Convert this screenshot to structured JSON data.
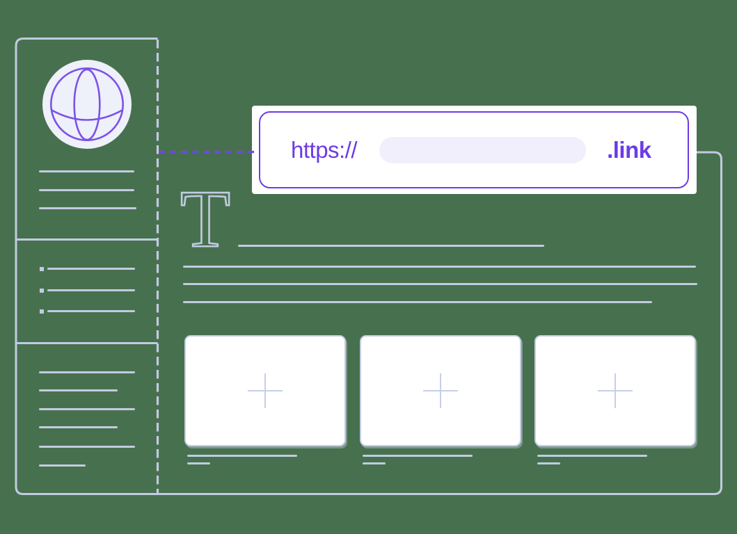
{
  "colors": {
    "background": "#47714e",
    "line": "#c2cbe2",
    "line_soft": "#c7cfe8",
    "lavender": "#eef0fa",
    "pill": "#f0effb",
    "accent": "#6c3ce4",
    "globe_stroke": "#7b52e8",
    "dash_purple": "#7047e8",
    "card_bg": "#ffffff",
    "card_border": "#c5cde4"
  },
  "url_bar": {
    "protocol": "https://",
    "domain_placeholder": "",
    "tld": ".link"
  },
  "editor": {
    "text_tool_glyph": "T"
  },
  "icons": {
    "globe": "globe-icon (purple wireframe sphere on lavender disc)",
    "plus": "plus-icon (thin cross, CSS bars)",
    "text_tool": "outlined serif capital T glyph"
  }
}
